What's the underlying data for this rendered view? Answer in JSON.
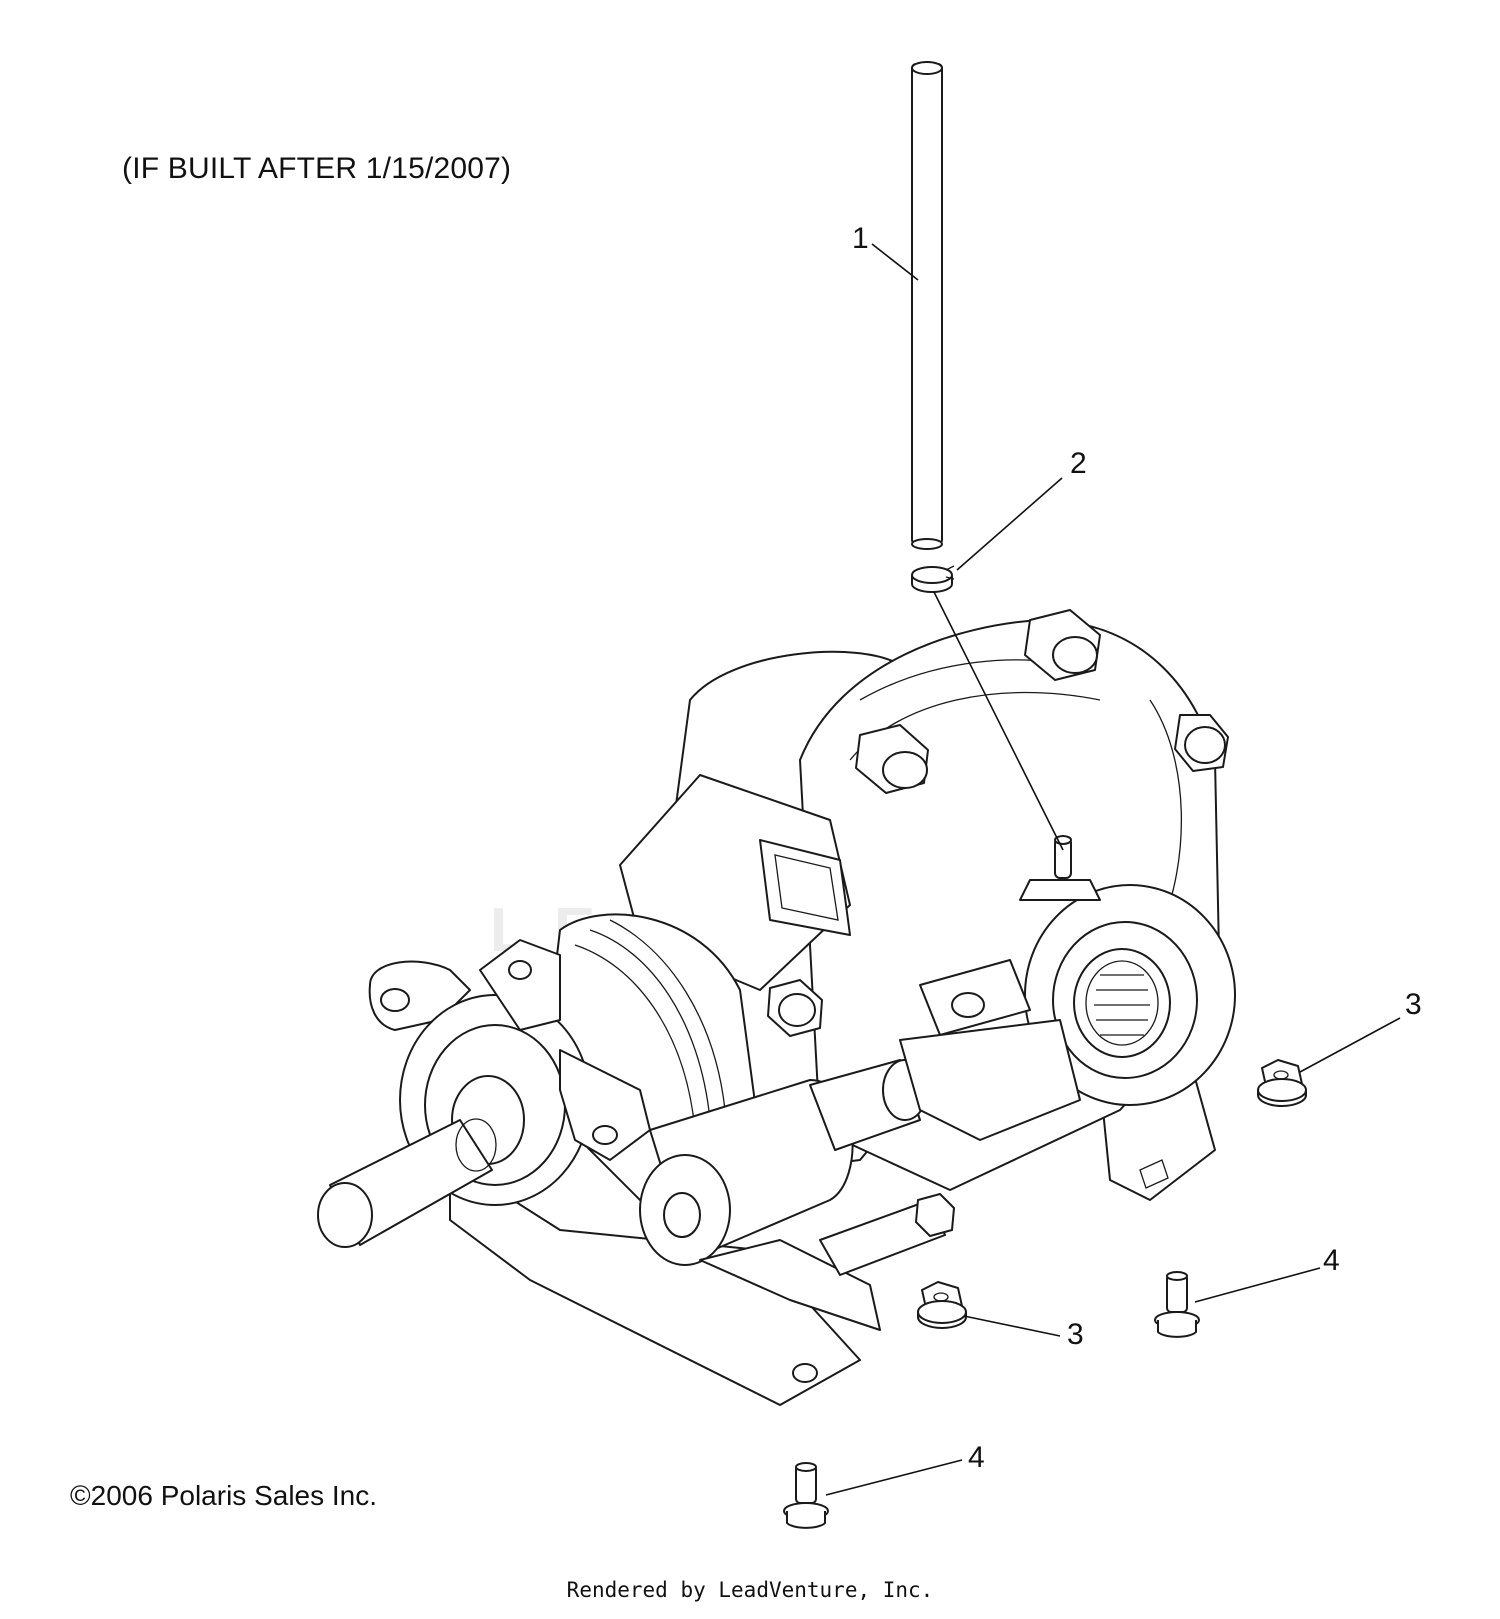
{
  "diagram": {
    "note": "(IF BUILT AFTER 1/15/2007)",
    "copyright": "©2006 Polaris Sales Inc.",
    "rendered_by": "Rendered by LeadVenture, Inc.",
    "watermark": "LEADVENTURE",
    "callouts": {
      "c1": "1",
      "c2": "2",
      "c3a": "3",
      "c3b": "3",
      "c4a": "4",
      "c4b": "4"
    },
    "colors": {
      "line": "#1a1a1a",
      "background": "#ffffff",
      "watermark": "#ececec"
    }
  }
}
